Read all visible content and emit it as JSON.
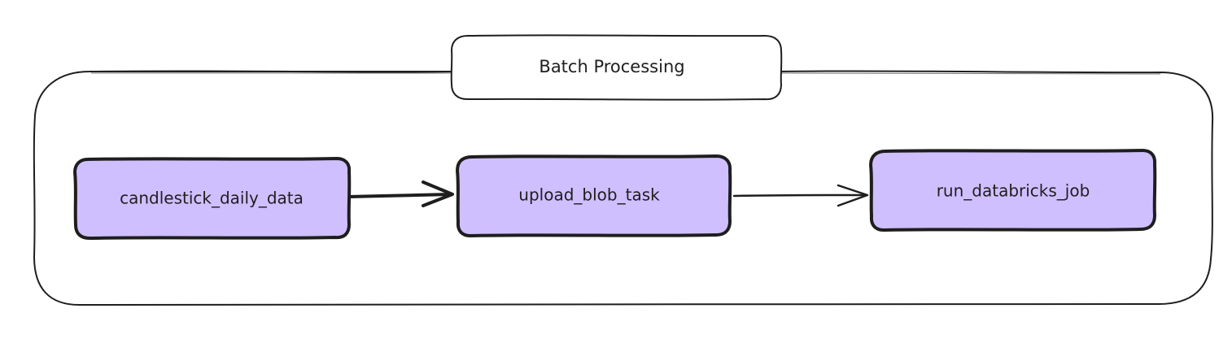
{
  "diagram": {
    "group": {
      "title": "Batch Processing"
    },
    "nodes": [
      {
        "id": "candlestick_daily_data",
        "label": "candlestick_daily_data"
      },
      {
        "id": "upload_blob_task",
        "label": "upload_blob_task"
      },
      {
        "id": "run_databricks_job",
        "label": "run_databricks_job"
      }
    ],
    "edges": [
      {
        "from": "candlestick_daily_data",
        "to": "upload_blob_task"
      },
      {
        "from": "upload_blob_task",
        "to": "run_databricks_job"
      }
    ]
  },
  "colors": {
    "stroke": "#1e1e1e",
    "node_fill": "#d0bfff",
    "background": "#ffffff"
  }
}
